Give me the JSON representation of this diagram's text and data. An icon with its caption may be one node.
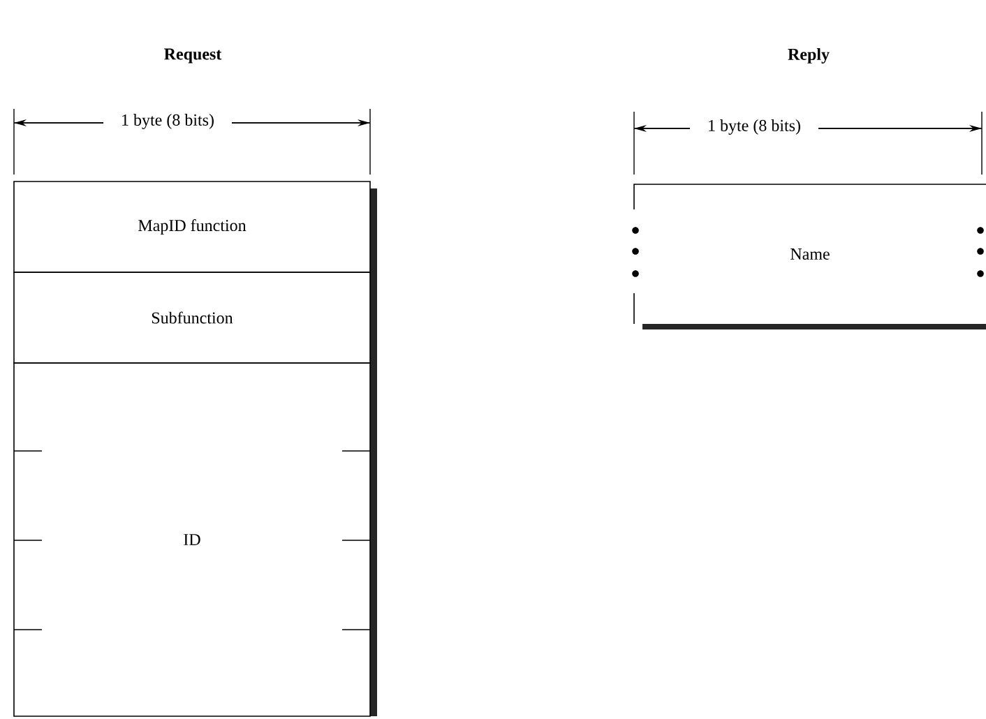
{
  "diagram": {
    "nodes": [
      {
        "text": [
          "MapID function"
        ]
      },
      {
        "text": [
          "Subfunction"
        ]
      },
      {
        "text": [
          "ID"
        ]
      },
      {
        "text": [
          "Name"
        ]
      }
    ],
    "labels": [
      "Request",
      "Reply",
      "1 byte (8 bits)",
      "1 byte (8 bits)"
    ]
  }
}
